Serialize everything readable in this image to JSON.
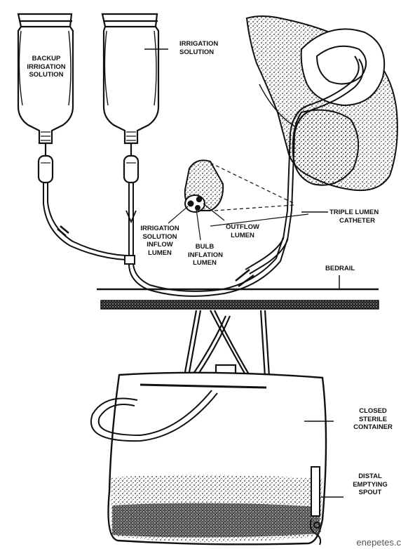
{
  "labels": {
    "backup_bottle": [
      "BACKUP",
      "IRRIGATION",
      "SOLUTION"
    ],
    "irrigation_solution": [
      "IRRIGATION",
      "SOLUTION"
    ],
    "inflow_lumen": [
      "IRRIGATION",
      "SOLUTION",
      "INFLOW",
      "LUMEN"
    ],
    "bulb_inflation": [
      "BULB",
      "INFLATION",
      "LUMEN"
    ],
    "outflow_lumen": [
      "OUTFLOW",
      "LUMEN"
    ],
    "triple_lumen": [
      "TRIPLE LUMEN",
      "CATHETER"
    ],
    "bedrail": [
      "BEDRAIL"
    ],
    "closed_container": [
      "CLOSED",
      "STERILE",
      "CONTAINER"
    ],
    "distal_spout": [
      "DISTAL",
      "EMPTYING",
      "SPOUT"
    ]
  },
  "watermark": "enepetes.c",
  "colors": {
    "ink": "#111111",
    "paper": "#ffffff"
  }
}
